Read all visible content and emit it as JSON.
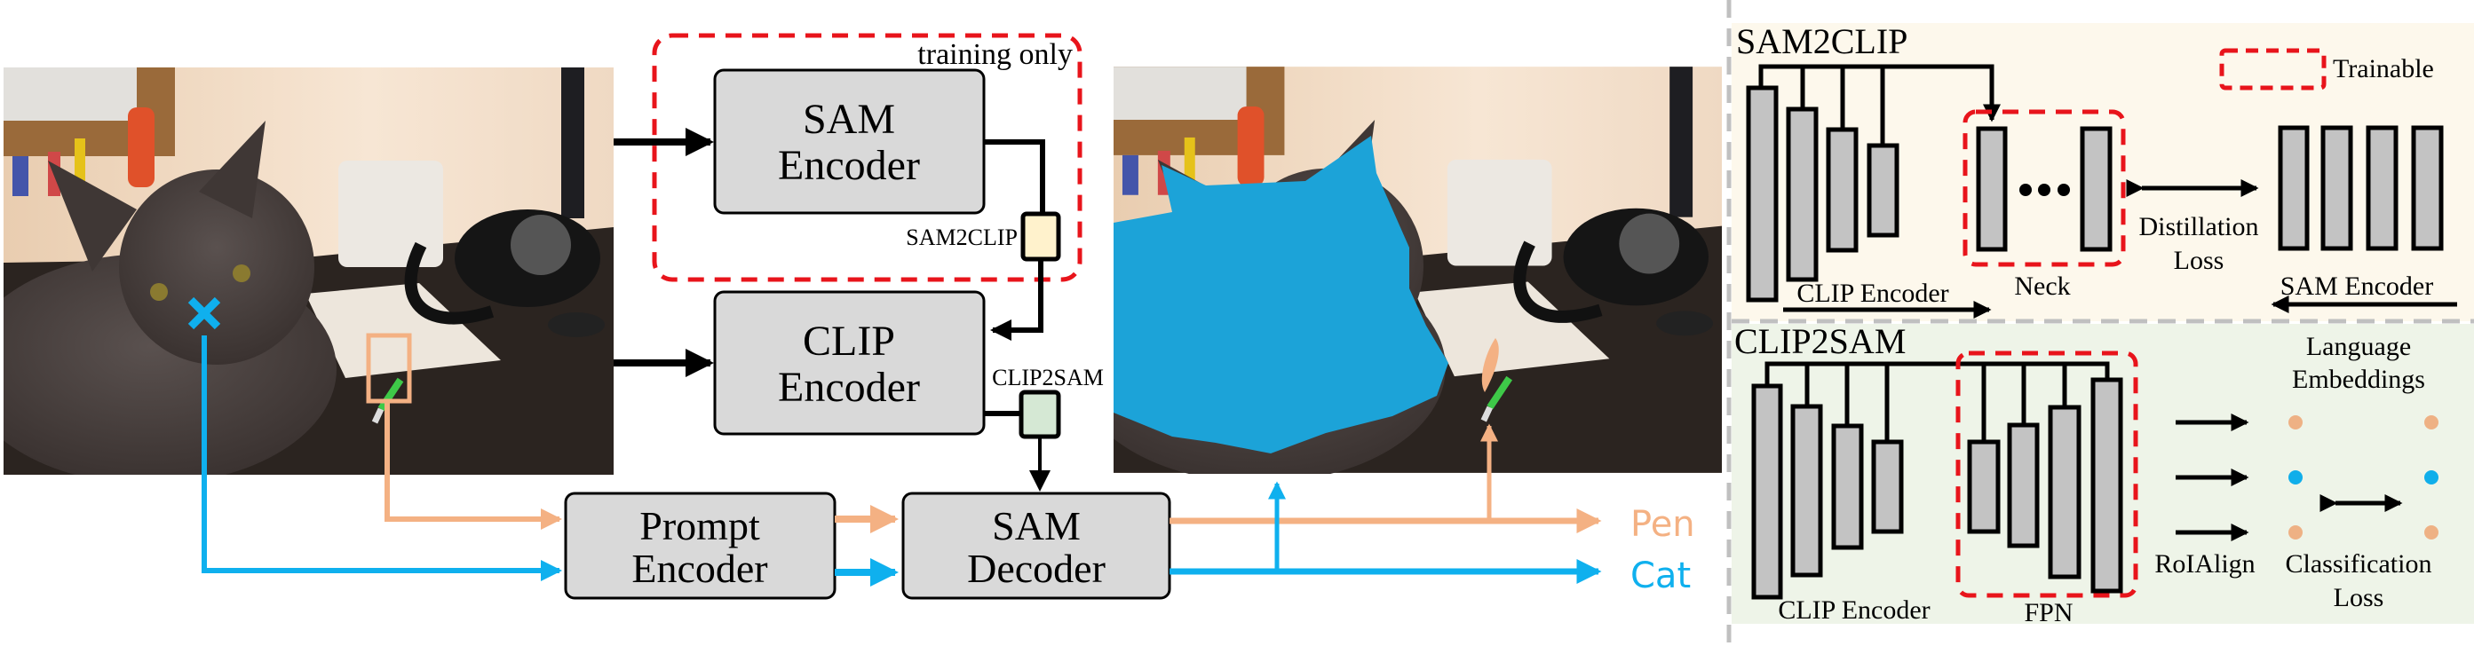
{
  "pipeline": {
    "training_only_label": "training only",
    "sam_encoder": {
      "line1": "SAM",
      "line2": "Encoder"
    },
    "clip_encoder": {
      "line1": "CLIP",
      "line2": "Encoder"
    },
    "prompt_encoder": {
      "line1": "Prompt",
      "line2": "Encoder"
    },
    "sam_decoder": {
      "line1": "SAM",
      "line2": "Decoder"
    },
    "sam2clip_adapter_label": "SAM2CLIP",
    "clip2sam_adapter_label": "CLIP2SAM",
    "outputs": [
      {
        "label": "Pen",
        "color": "#f4b183"
      },
      {
        "label": "Cat",
        "color": "#0fb0ee"
      }
    ]
  },
  "sam2clip_panel": {
    "title": "SAM2CLIP",
    "legend_label": "Trainable",
    "clip_encoder_label": "CLIP Encoder",
    "neck_label": "Neck",
    "loss_line1": "Distillation",
    "loss_line2": "Loss",
    "sam_encoder_label": "SAM Encoder"
  },
  "clip2sam_panel": {
    "title": "CLIP2SAM",
    "clip_encoder_label": "CLIP Encoder",
    "fpn_label": "FPN",
    "roialign_label": "RoIAlign",
    "embeddings_line1": "Language",
    "embeddings_line2": "Embeddings",
    "loss_line1": "Classification",
    "loss_line2": "Loss"
  },
  "colors": {
    "trainable": "#e8141b",
    "cat_mask": "#1ca3d8",
    "pen": "#f4b183",
    "cat": "#0fb0ee",
    "sam2clip_adapter": "#fff2cc",
    "clip2sam_adapter": "#d5e8d4",
    "top_panel_bg": "#fdf8ec",
    "bottom_panel_bg": "#eef4e8"
  }
}
